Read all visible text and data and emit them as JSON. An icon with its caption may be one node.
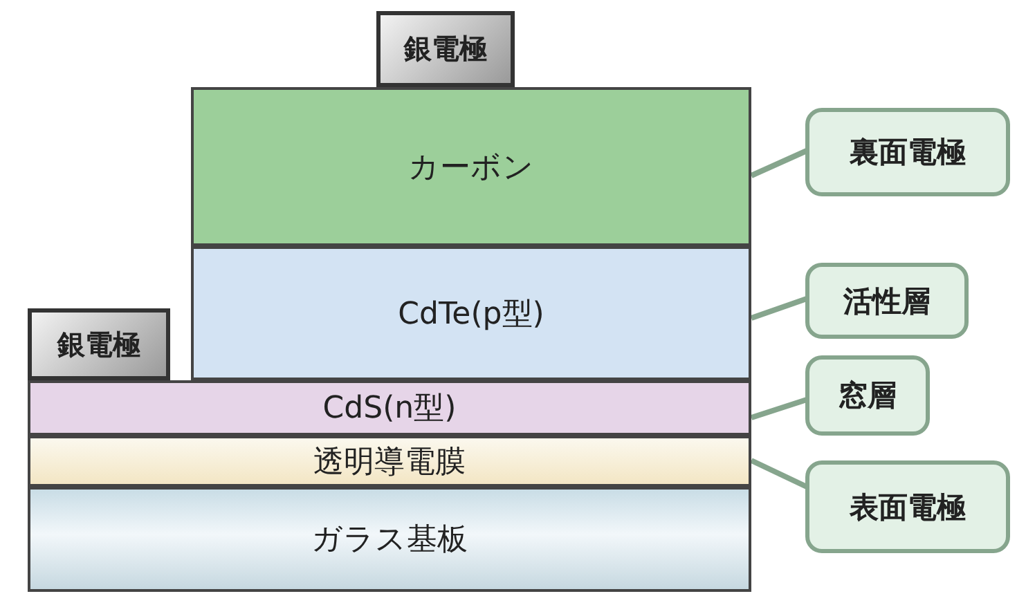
{
  "diagram": {
    "nodes": [
      {
        "text": [
          "銀電極"
        ]
      },
      {
        "text": [
          "カーボン"
        ]
      },
      {
        "text": [
          "裏面電極"
        ]
      },
      {
        "text": [
          "CdTe(p型)"
        ]
      },
      {
        "text": [
          "活性層"
        ]
      },
      {
        "text": [
          "銀電極"
        ]
      },
      {
        "text": [
          "CdS(n型)"
        ]
      },
      {
        "text": [
          "窓層"
        ]
      },
      {
        "text": [
          "透明導電膜"
        ]
      },
      {
        "text": [
          "表面電極"
        ]
      },
      {
        "text": [
          "ガラス基板"
        ]
      }
    ],
    "edges": [
      {
        "from": 2,
        "to": 1,
        "arrow": "none"
      },
      {
        "from": 4,
        "to": 3,
        "arrow": "none"
      },
      {
        "from": 7,
        "to": 6,
        "arrow": "none"
      },
      {
        "from": 9,
        "to": 8,
        "arrow": "none"
      }
    ]
  }
}
